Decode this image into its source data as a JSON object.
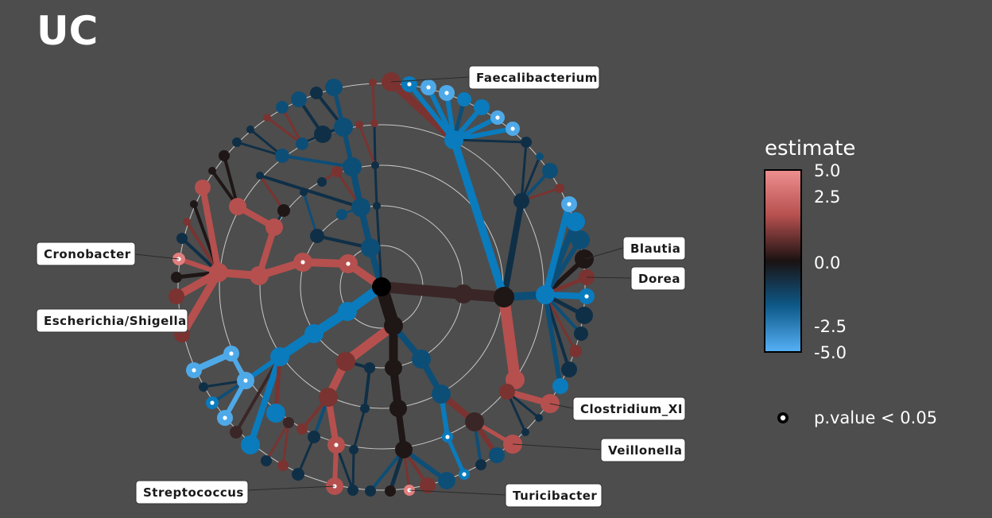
{
  "panel_title": "UC",
  "labels": {
    "faecalibacterium": "Faecalibacterium",
    "blautia": "Blautia",
    "dorea": "Dorea",
    "cronobacter": "Cronobacter",
    "escherichia": "Escherichia/Shigella",
    "clostridium": "Clostridium_XI",
    "veillonella": "Veillonella",
    "streptococcus": "Streptococcus",
    "turicibacter": "Turicibacter"
  },
  "legend": {
    "title": "estimate",
    "ticks": [
      "5.0",
      "2.5",
      "0.0",
      "-2.5",
      "-5.0"
    ],
    "tick_values": [
      5.0,
      2.5,
      0.0,
      -2.5,
      -5.0
    ],
    "range": [
      -5.0,
      5.0
    ],
    "colors": {
      "high": "#ef8f8f",
      "mid_high": "#b5504e",
      "zero": "#1a1212",
      "mid_low": "#0e5a8a",
      "low": "#56b1f7"
    },
    "pvalue_label": "p.value < 0.05"
  },
  "colors": {
    "background": "#4d4d4d",
    "circles": "#bfbfbf"
  }
}
